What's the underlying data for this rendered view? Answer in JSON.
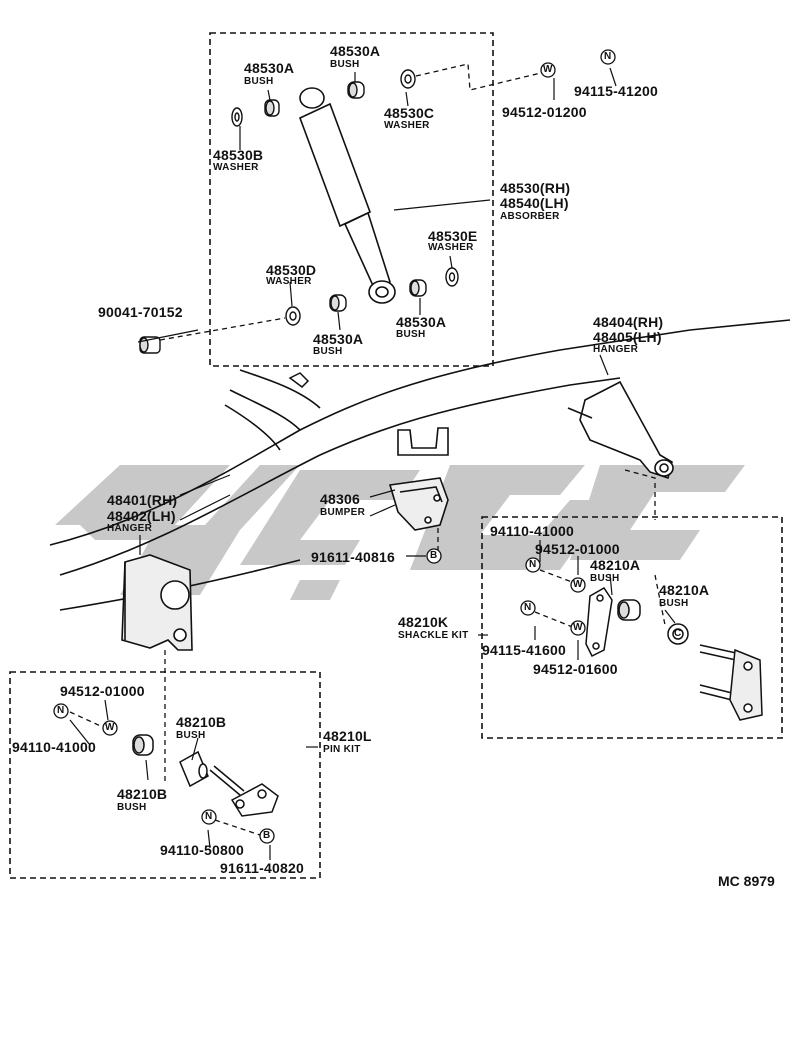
{
  "diagram_code": "MC 8979",
  "symbols": {
    "nut": "N",
    "washer": "W",
    "bolt": "B",
    "collar": "C"
  },
  "labels": {
    "bush_top": {
      "number": "48530A",
      "name": "BUSH"
    },
    "bush_left": {
      "number": "48530A",
      "name": "BUSH"
    },
    "washer_c": {
      "number": "48530C",
      "name": "WASHER"
    },
    "washer_b": {
      "number": "48530B",
      "name": "WASHER"
    },
    "nut_upper": "94115-41200",
    "washer_upper": "94512-01200",
    "absorber": {
      "rh": "48530(RH)",
      "lh": "48540(LH)",
      "name": "ABSORBER"
    },
    "washer_e": {
      "number": "48530E",
      "name": "WASHER"
    },
    "washer_d": {
      "number": "48530D",
      "name": "WASHER"
    },
    "collar": "90041-70152",
    "bush_lower_right": {
      "number": "48530A",
      "name": "BUSH"
    },
    "bush_lower_left": {
      "number": "48530A",
      "name": "BUSH"
    },
    "hanger_rear": {
      "rh": "48404(RH)",
      "lh": "48405(LH)",
      "name": "HANGER"
    },
    "hanger_front": {
      "rh": "48401(RH)",
      "lh": "48402(LH)",
      "name": "HANGER"
    },
    "bumper": {
      "number": "48306",
      "name": "BUMPER"
    },
    "bumper_bolt": "91611-40816",
    "shackle_kit": {
      "nut_top": "94110-41000",
      "washer_top": "94512-01000",
      "bush_inner": {
        "number": "48210A",
        "name": "BUSH"
      },
      "bush_outer": {
        "number": "48210A",
        "name": "BUSH"
      },
      "kit": {
        "number": "48210K",
        "name": "SHACKLE KIT"
      },
      "nut_bottom": "94115-41600",
      "washer_bottom": "94512-01600"
    },
    "pin_kit": {
      "washer": "94512-01000",
      "bush_upper": {
        "number": "48210B",
        "name": "BUSH"
      },
      "kit": {
        "number": "48210L",
        "name": "PIN KIT"
      },
      "nut": "94110-41000",
      "bush_lower": {
        "number": "48210B",
        "name": "BUSH"
      },
      "nut_bottom": "94110-50800",
      "bolt": "91611-40820"
    }
  }
}
